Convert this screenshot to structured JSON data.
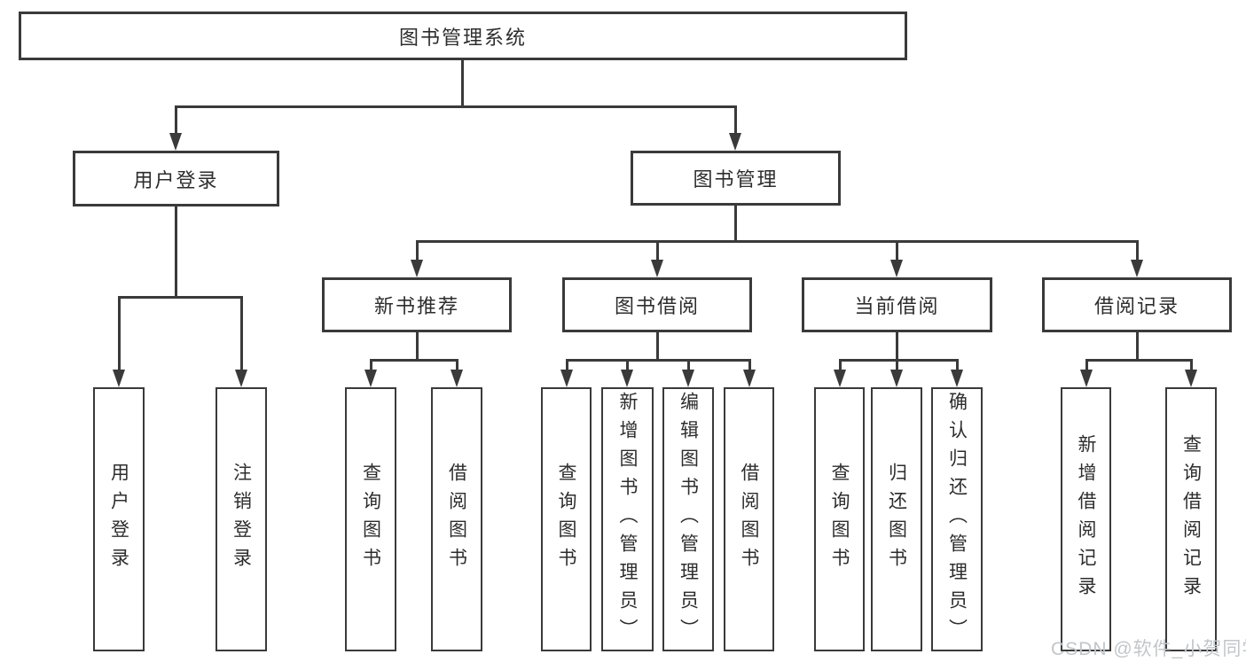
{
  "diagram_title": "图书管理系统",
  "nodes": {
    "root": "图书管理系统",
    "user_login": "用户登录",
    "book_management": "图书管理",
    "new_book_recommend": "新书推荐",
    "book_borrowing": "图书借阅",
    "current_borrowing": "当前借阅",
    "borrowing_records": "借阅记录",
    "leaf_user_login": "用户登录",
    "leaf_logout": "注销登录",
    "leaf_query_books_1": "查询图书",
    "leaf_borrow_books_1": "借阅图书",
    "leaf_query_books_2": "查询图书",
    "leaf_add_book_admin": "新增图书（管理员）",
    "leaf_edit_book_admin": "编辑图书（管理员）",
    "leaf_borrow_books_2": "借阅图书",
    "leaf_query_books_3": "查询图书",
    "leaf_return_books": "归还图书",
    "leaf_confirm_return_admin": "确认归还（管理员）",
    "leaf_add_borrow_record": "新增借阅记录",
    "leaf_query_borrow_record": "查询借阅记录"
  },
  "edges": [
    [
      "图书管理系统",
      "用户登录"
    ],
    [
      "图书管理系统",
      "图书管理"
    ],
    [
      "用户登录",
      "用户登录(叶)"
    ],
    [
      "用户登录",
      "注销登录"
    ],
    [
      "图书管理",
      "新书推荐"
    ],
    [
      "图书管理",
      "图书借阅"
    ],
    [
      "图书管理",
      "当前借阅"
    ],
    [
      "图书管理",
      "借阅记录"
    ],
    [
      "新书推荐",
      "查询图书"
    ],
    [
      "新书推荐",
      "借阅图书"
    ],
    [
      "图书借阅",
      "查询图书"
    ],
    [
      "图书借阅",
      "新增图书（管理员）"
    ],
    [
      "图书借阅",
      "编辑图书（管理员）"
    ],
    [
      "图书借阅",
      "借阅图书"
    ],
    [
      "当前借阅",
      "查询图书"
    ],
    [
      "当前借阅",
      "归还图书"
    ],
    [
      "当前借阅",
      "确认归还（管理员）"
    ],
    [
      "借阅记录",
      "新增借阅记录"
    ],
    [
      "借阅记录",
      "查询借阅记录"
    ]
  ],
  "watermark": "CSDN @软件_小贺同学",
  "colors": {
    "line": "#3a3a3a",
    "text": "#2d2d2d",
    "box_background": "#ffffff",
    "page_background": "#ffffff",
    "watermark": "#c2c6ca"
  }
}
